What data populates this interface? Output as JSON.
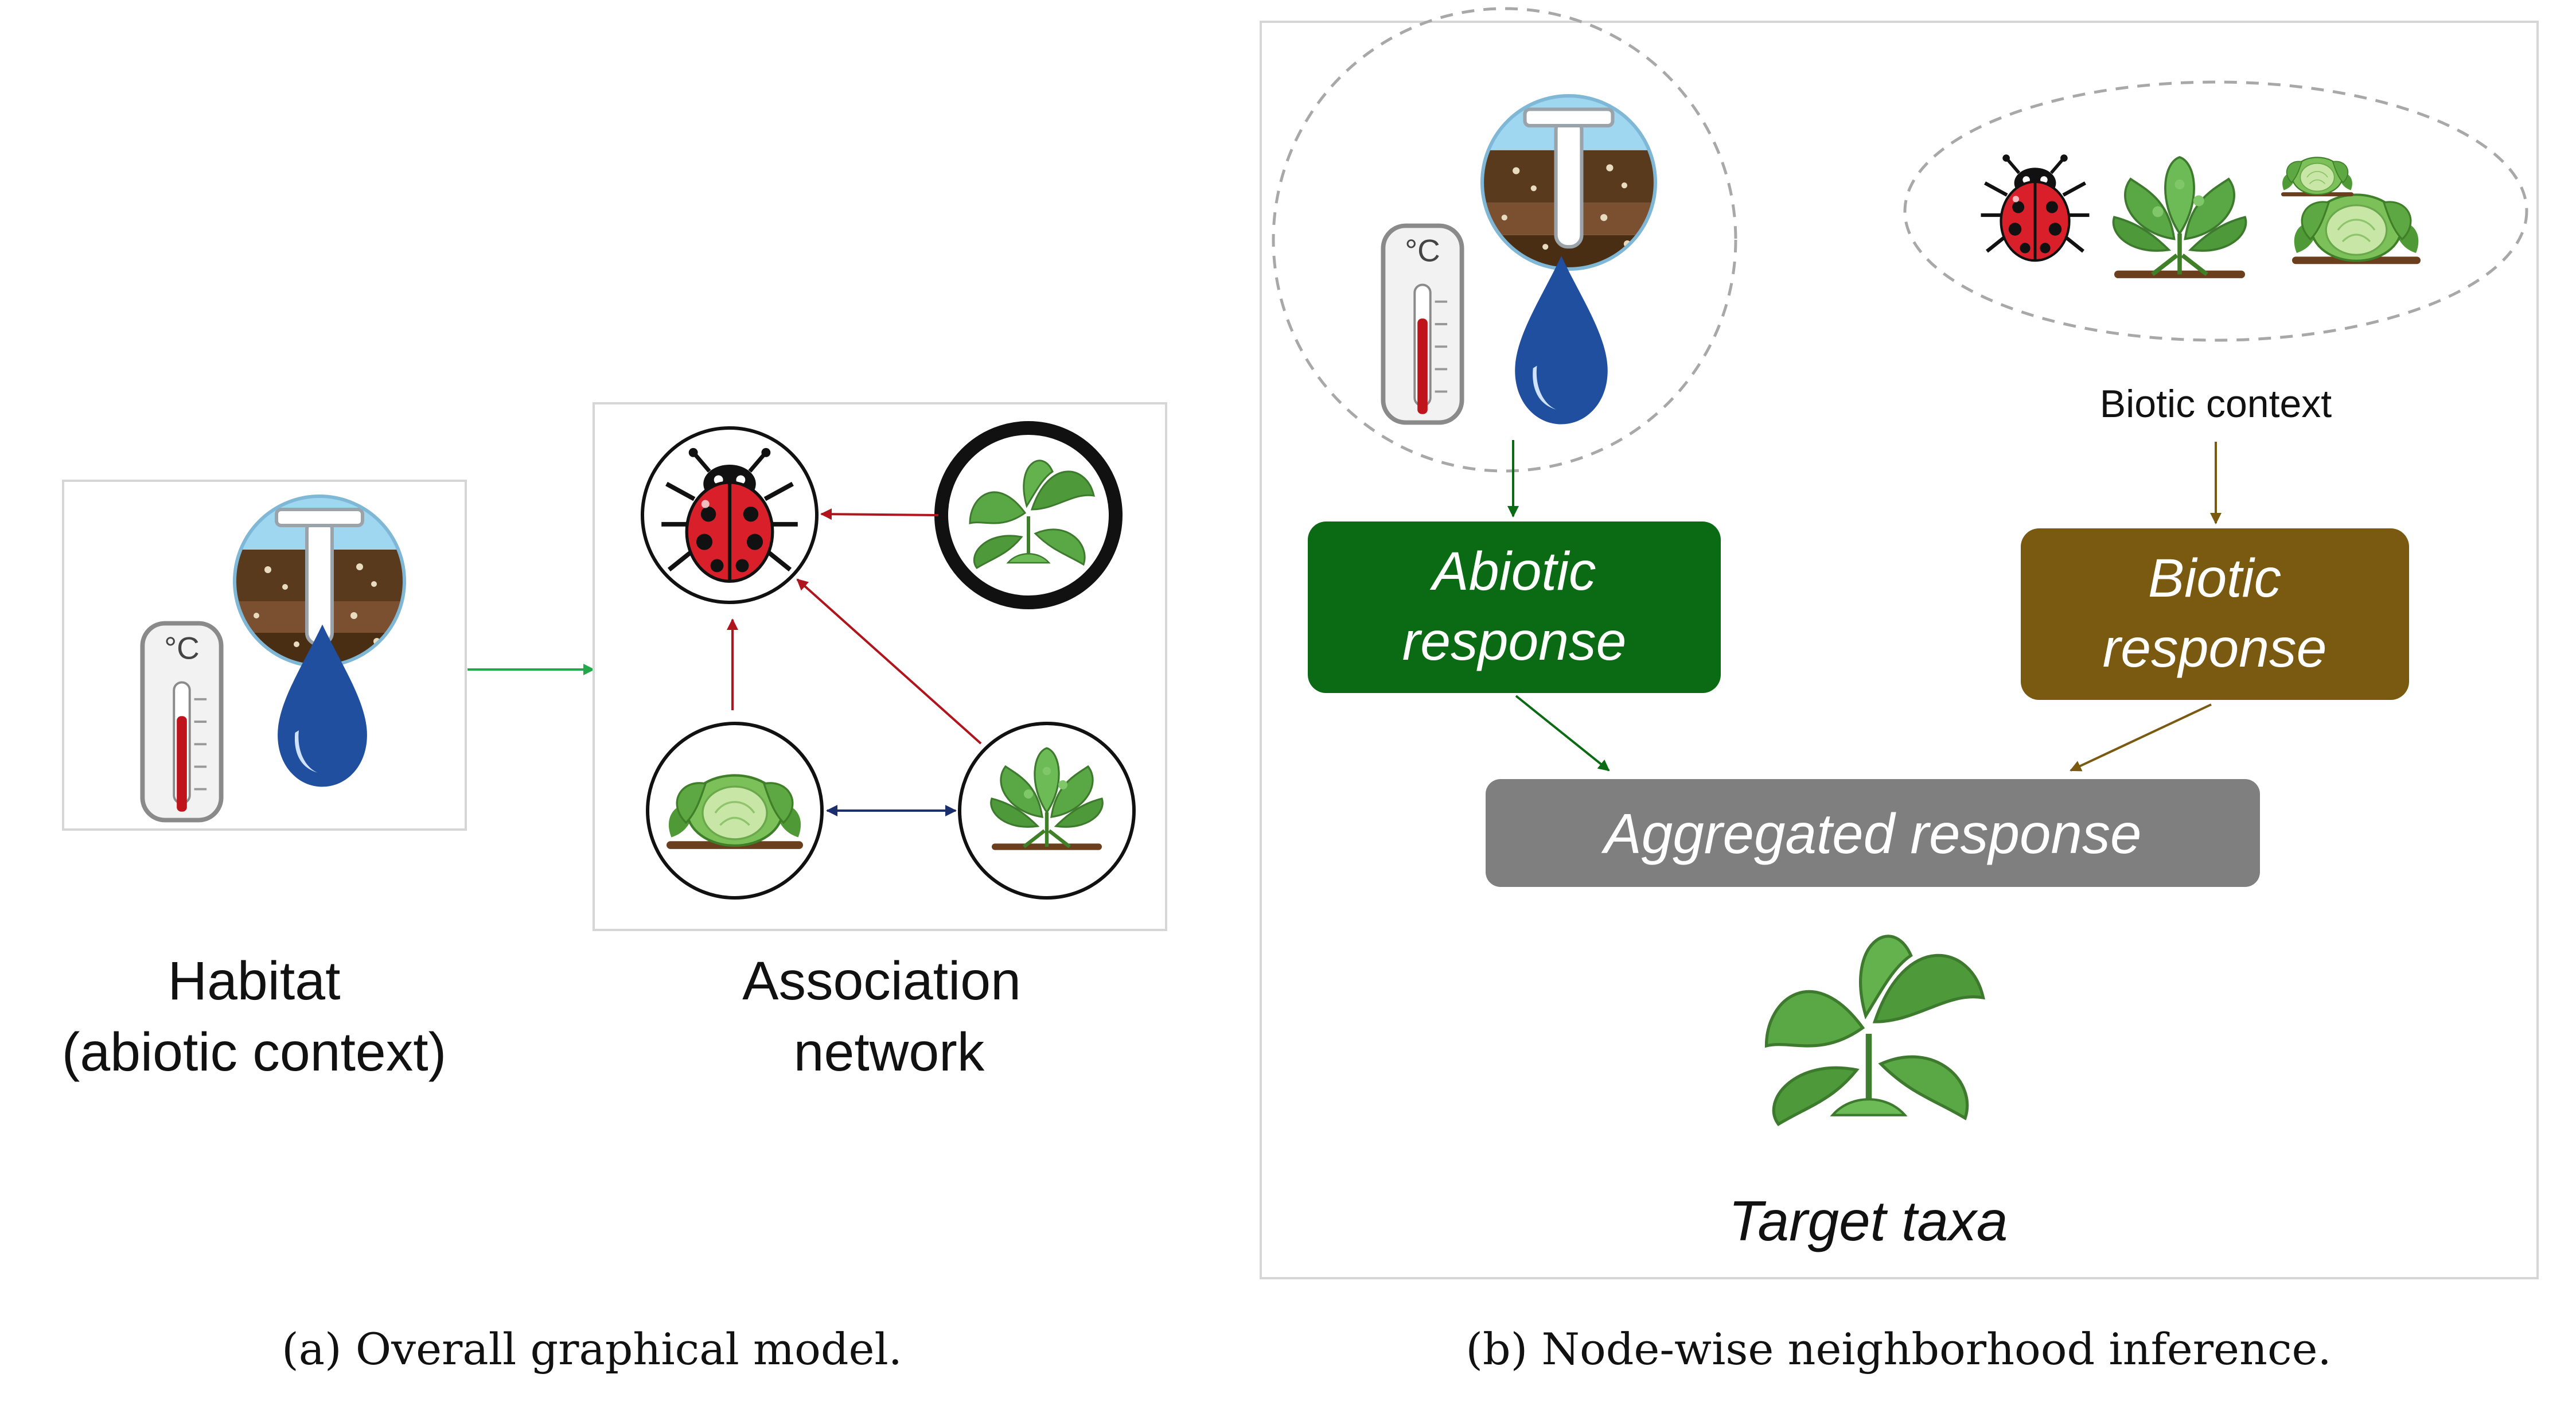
{
  "panel_a": {
    "habitat_label_line1": "Habitat",
    "habitat_label_line2": "(abiotic context)",
    "network_label_line1": "Association",
    "network_label_line2": "network",
    "caption": "(a) Overall graphical model."
  },
  "panel_b": {
    "biotic_context_label": "Biotic context",
    "abiotic_response_line1": "Abiotic",
    "abiotic_response_line2": "response",
    "biotic_response_line1": "Biotic",
    "biotic_response_line2": "response",
    "aggregated_response": "Aggregated response",
    "target_label": "Target taxa",
    "caption": "(b) Node-wise neighborhood inference."
  },
  "icons": {
    "thermometer_text": "°C"
  },
  "colors": {
    "abiotic_green": "#0b6b14",
    "biotic_brown": "#7a5a10",
    "aggregated_gray": "#7f7f7f",
    "predation_red": "#b0141c",
    "mutual_navy": "#1a2e6b",
    "habitat_arrow_green": "#22a84a",
    "ladybug_red": "#d9202a",
    "plant_green": "#4e9a3a",
    "soil_brown": "#5a3a1c",
    "water_blue": "#1f4f9e",
    "sky_blue": "#9fd6f0"
  }
}
